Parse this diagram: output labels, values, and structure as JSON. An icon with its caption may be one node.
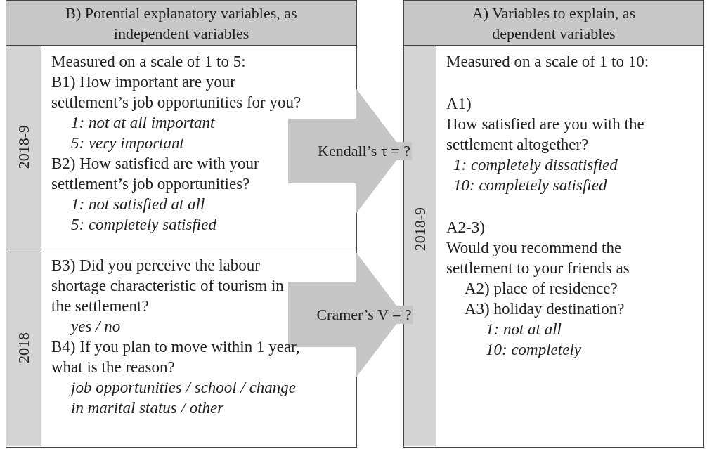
{
  "diagram": {
    "nodes": [
      {
        "text": [
          "B) Potential explanatory variables, as independent variables"
        ]
      },
      {
        "text": [
          "2018-9"
        ],
        "in": 0
      },
      {
        "text": [
          "Measured on a scale of 1 to 5:",
          "B1) How important are your settlement’s job opportunities for you?",
          "1: not at all important",
          "5: very important",
          "B2) How satisfied are with your settlement’s job opportunities?",
          "1: not satisfied at all",
          "5: completely satisfied"
        ],
        "in": 0
      },
      {
        "text": [
          "2018"
        ],
        "in": 0
      },
      {
        "text": [
          "B3) Did you perceive the labour shortage characteristic of tourism in the settlement?",
          "yes / no",
          "B4) If you plan to move within 1 year, what is the reason?",
          "job opportunities / school / change in marital status / other"
        ],
        "in": 0
      },
      {
        "text": [
          "A) Variables to explain, as dependent variables"
        ]
      },
      {
        "text": [
          "2018-9"
        ],
        "in": 5
      },
      {
        "text": [
          "Measured on a scale of 1 to 10:",
          "A1)",
          "How satisfied are you with the settlement altogether?",
          "1: completely dissatisfied",
          "10: completely satisfied",
          "A2-3)",
          "Would you recommend the settlement to your friends as",
          "A2) place of residence?",
          "A3) holiday destination?",
          "1: not at all",
          "10: completely"
        ],
        "in": 5
      }
    ],
    "edges": [
      {
        "from": 2,
        "to": 5,
        "arrow": "to",
        "label": "Kendall’s τ = ?"
      },
      {
        "from": 4,
        "to": 5,
        "arrow": "to",
        "label": "Cramer’s V = ?"
      }
    ]
  }
}
